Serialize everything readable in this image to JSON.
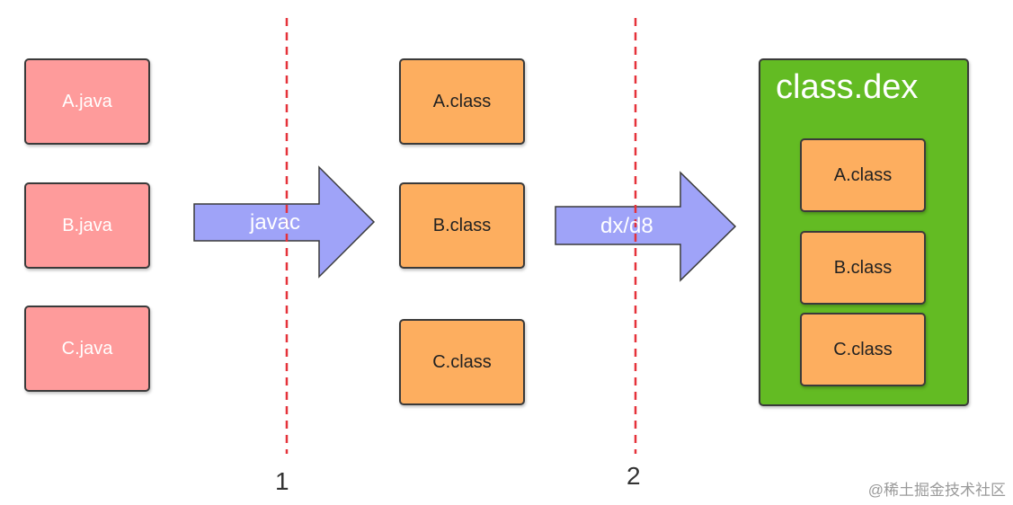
{
  "sources": {
    "a": "A.java",
    "b": "B.java",
    "c": "C.java"
  },
  "compiled": {
    "a": "A.class",
    "b": "B.class",
    "c": "C.class"
  },
  "dex": {
    "title": "class.dex",
    "items": {
      "a": "A.class",
      "b": "B.class",
      "c": "C.class"
    }
  },
  "arrows": {
    "first": "javac",
    "second": "dx/d8"
  },
  "dividers": {
    "first": "1",
    "second": "2"
  },
  "watermark": "@稀土掘金技术社区",
  "colors": {
    "java_box": "#fe9b9b",
    "class_box": "#fdae5f",
    "dex_box": "#63bb23",
    "arrow": "#9fa3f8",
    "divider": "#e5323a"
  }
}
